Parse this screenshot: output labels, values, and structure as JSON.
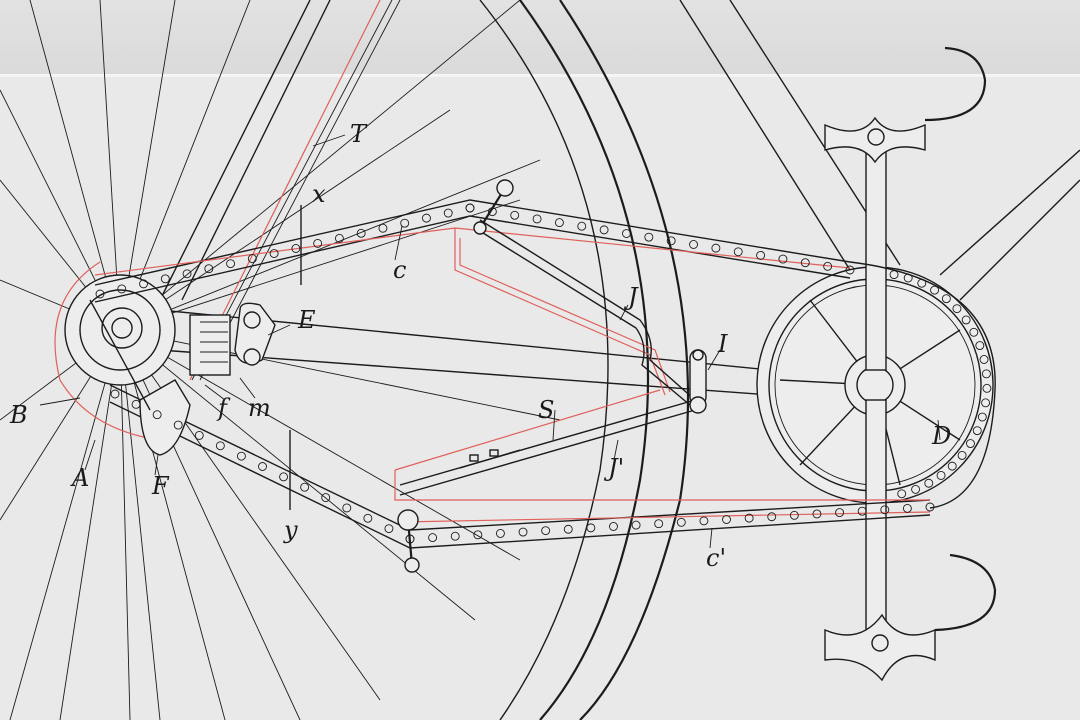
{
  "figure": {
    "description": "Patent drawing of a bicycle chain drive with chain tensioner/shifting linkage",
    "colors": {
      "paper": "#e9e9e9",
      "ink": "#1c1c1c",
      "red_overlay": "#e0605a"
    },
    "labels": [
      {
        "id": "T",
        "text": "T",
        "part": "frame stay"
      },
      {
        "id": "x",
        "text": "x",
        "part": "section line upper"
      },
      {
        "id": "c_upper",
        "text": "c",
        "part": "upper chain run"
      },
      {
        "id": "E",
        "text": "E",
        "part": "chain stay bracket"
      },
      {
        "id": "J",
        "text": "J",
        "part": "upper tension rod"
      },
      {
        "id": "I",
        "text": "I",
        "part": "pivot lever"
      },
      {
        "id": "S",
        "text": "S",
        "part": "spring"
      },
      {
        "id": "J_prime",
        "text": "J'",
        "part": "lower tension rod"
      },
      {
        "id": "c_lower",
        "text": "c'",
        "part": "lower chain run"
      },
      {
        "id": "D",
        "text": "D",
        "part": "chainring"
      },
      {
        "id": "B",
        "text": "B",
        "part": "rear sprocket"
      },
      {
        "id": "A",
        "text": "A",
        "part": "rear hub"
      },
      {
        "id": "F",
        "text": "F",
        "part": "rear fork end"
      },
      {
        "id": "f",
        "text": "f",
        "part": "adjusting screw"
      },
      {
        "id": "m",
        "text": "m",
        "part": "rack mechanism"
      },
      {
        "id": "y",
        "text": "y",
        "part": "section line lower"
      }
    ]
  }
}
